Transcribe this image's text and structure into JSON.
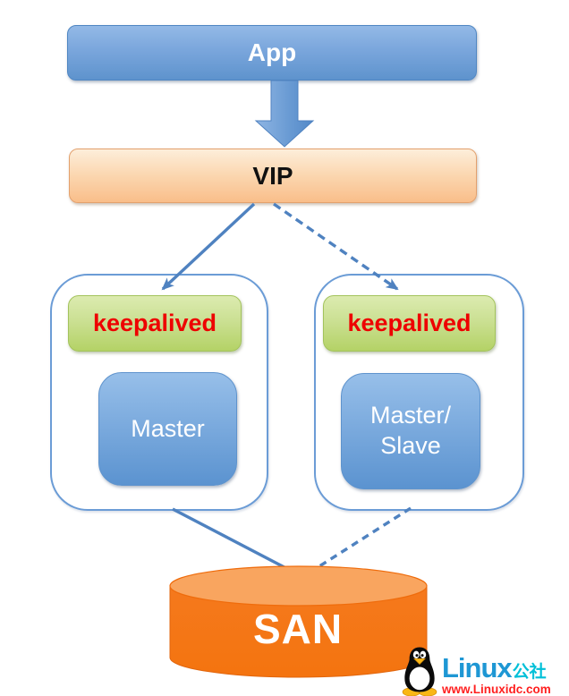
{
  "colors": {
    "node_blue": "#5e93cd",
    "node_blue_light": "#93b9e6",
    "vip_orange": "#f9be8a",
    "vip_orange_light": "#fdeeda",
    "keepalived_green": "#b4d266",
    "keepalived_green_light": "#dcebb0",
    "keepalived_text_red": "#ee0000",
    "container_border_blue": "#6b9cd6",
    "connector_blue": "#4f82c0",
    "san_orange": "#f5791d",
    "san_top_orange": "#f9a55f",
    "brand_blue": "#1e97d4",
    "brand_cyan": "#00c0d8",
    "url_red": "#ff1f1f"
  },
  "diagram": {
    "app": {
      "label": "App"
    },
    "vip": {
      "label": "VIP"
    },
    "left_node": {
      "keepalived": "keepalived",
      "server": "Master"
    },
    "right_node": {
      "keepalived": "keepalived",
      "server_line1": "Master/",
      "server_line2": "Slave"
    },
    "san": {
      "label": "SAN"
    }
  },
  "watermark": {
    "brand": "Linux",
    "brand_suffix": "公社",
    "url": "www.Linuxidc.com"
  }
}
